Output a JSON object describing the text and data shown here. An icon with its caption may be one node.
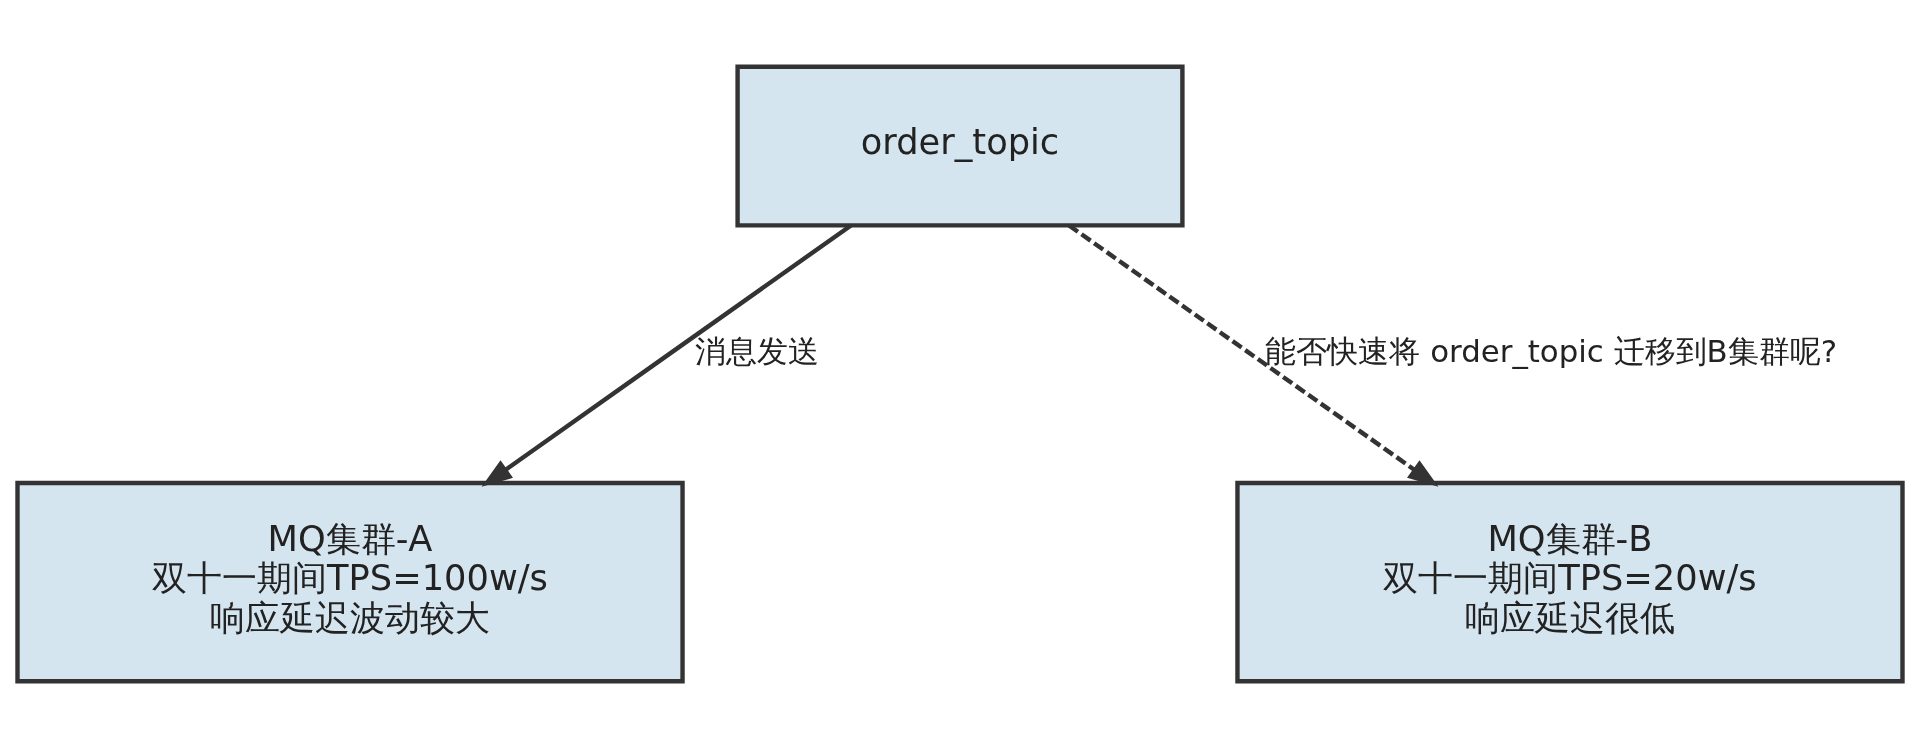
{
  "diagram": {
    "nodes": [
      {
        "text": [
          "order_topic"
        ]
      },
      {
        "text": [
          "MQ集群-A",
          "双十一期间TPS=100w/s",
          "响应延迟波动较大"
        ]
      },
      {
        "text": [
          "MQ集群-B",
          "双十一期间TPS=20w/s",
          "响应延迟很低"
        ]
      }
    ],
    "edges": [
      {
        "from": 0,
        "to": 1,
        "arrow": "to",
        "label": "消息发送"
      },
      {
        "from": 0,
        "to": 2,
        "arrow": "to",
        "label": "能否快速将 order_topic 迁移到B集群呢?",
        "style": "dashed"
      }
    ]
  }
}
